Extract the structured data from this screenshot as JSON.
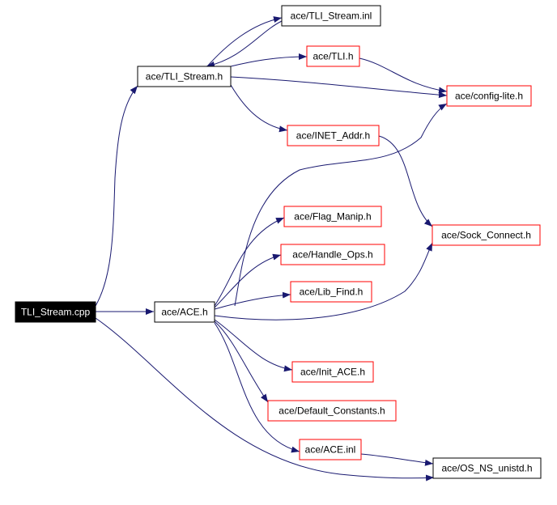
{
  "diagram": {
    "colors": {
      "background": "#ffffff",
      "edge": "#191970",
      "root_fill": "#000000",
      "root_text": "#ffffff",
      "documented_border": "#000000",
      "undocumented_border": "#ff0000",
      "node_fill": "#ffffff",
      "node_text": "#000000"
    },
    "nodes": [
      {
        "id": "tli_stream_cpp",
        "label": "TLI_Stream.cpp",
        "style": "root"
      },
      {
        "id": "tli_stream_h",
        "label": "ace/TLI_Stream.h",
        "style": "documented"
      },
      {
        "id": "tli_stream_inl",
        "label": "ace/TLI_Stream.inl",
        "style": "documented"
      },
      {
        "id": "tli_h",
        "label": "ace/TLI.h",
        "style": "undocumented"
      },
      {
        "id": "config_lite_h",
        "label": "ace/config-lite.h",
        "style": "undocumented"
      },
      {
        "id": "inet_addr_h",
        "label": "ace/INET_Addr.h",
        "style": "undocumented"
      },
      {
        "id": "sock_connect_h",
        "label": "ace/Sock_Connect.h",
        "style": "undocumented"
      },
      {
        "id": "flag_manip_h",
        "label": "ace/Flag_Manip.h",
        "style": "undocumented"
      },
      {
        "id": "handle_ops_h",
        "label": "ace/Handle_Ops.h",
        "style": "undocumented"
      },
      {
        "id": "lib_find_h",
        "label": "ace/Lib_Find.h",
        "style": "undocumented"
      },
      {
        "id": "ace_h",
        "label": "ace/ACE.h",
        "style": "documented"
      },
      {
        "id": "init_ace_h",
        "label": "ace/Init_ACE.h",
        "style": "undocumented"
      },
      {
        "id": "default_constants_h",
        "label": "ace/Default_Constants.h",
        "style": "undocumented"
      },
      {
        "id": "ace_inl",
        "label": "ace/ACE.inl",
        "style": "undocumented"
      },
      {
        "id": "os_ns_unistd_h",
        "label": "ace/OS_NS_unistd.h",
        "style": "documented"
      }
    ],
    "edges": [
      {
        "from": "tli_stream_cpp",
        "to": "tli_stream_h"
      },
      {
        "from": "tli_stream_cpp",
        "to": "ace_h"
      },
      {
        "from": "tli_stream_cpp",
        "to": "os_ns_unistd_h"
      },
      {
        "from": "tli_stream_h",
        "to": "tli_stream_inl"
      },
      {
        "from": "tli_stream_inl",
        "to": "tli_stream_h"
      },
      {
        "from": "tli_stream_h",
        "to": "tli_h"
      },
      {
        "from": "tli_stream_h",
        "to": "config_lite_h"
      },
      {
        "from": "tli_stream_h",
        "to": "inet_addr_h"
      },
      {
        "from": "tli_h",
        "to": "config_lite_h"
      },
      {
        "from": "inet_addr_h",
        "to": "sock_connect_h"
      },
      {
        "from": "ace_h",
        "to": "config_lite_h"
      },
      {
        "from": "ace_h",
        "to": "flag_manip_h"
      },
      {
        "from": "ace_h",
        "to": "handle_ops_h"
      },
      {
        "from": "ace_h",
        "to": "lib_find_h"
      },
      {
        "from": "ace_h",
        "to": "sock_connect_h"
      },
      {
        "from": "ace_h",
        "to": "init_ace_h"
      },
      {
        "from": "ace_h",
        "to": "default_constants_h"
      },
      {
        "from": "ace_h",
        "to": "ace_inl"
      },
      {
        "from": "ace_inl",
        "to": "os_ns_unistd_h"
      }
    ]
  }
}
